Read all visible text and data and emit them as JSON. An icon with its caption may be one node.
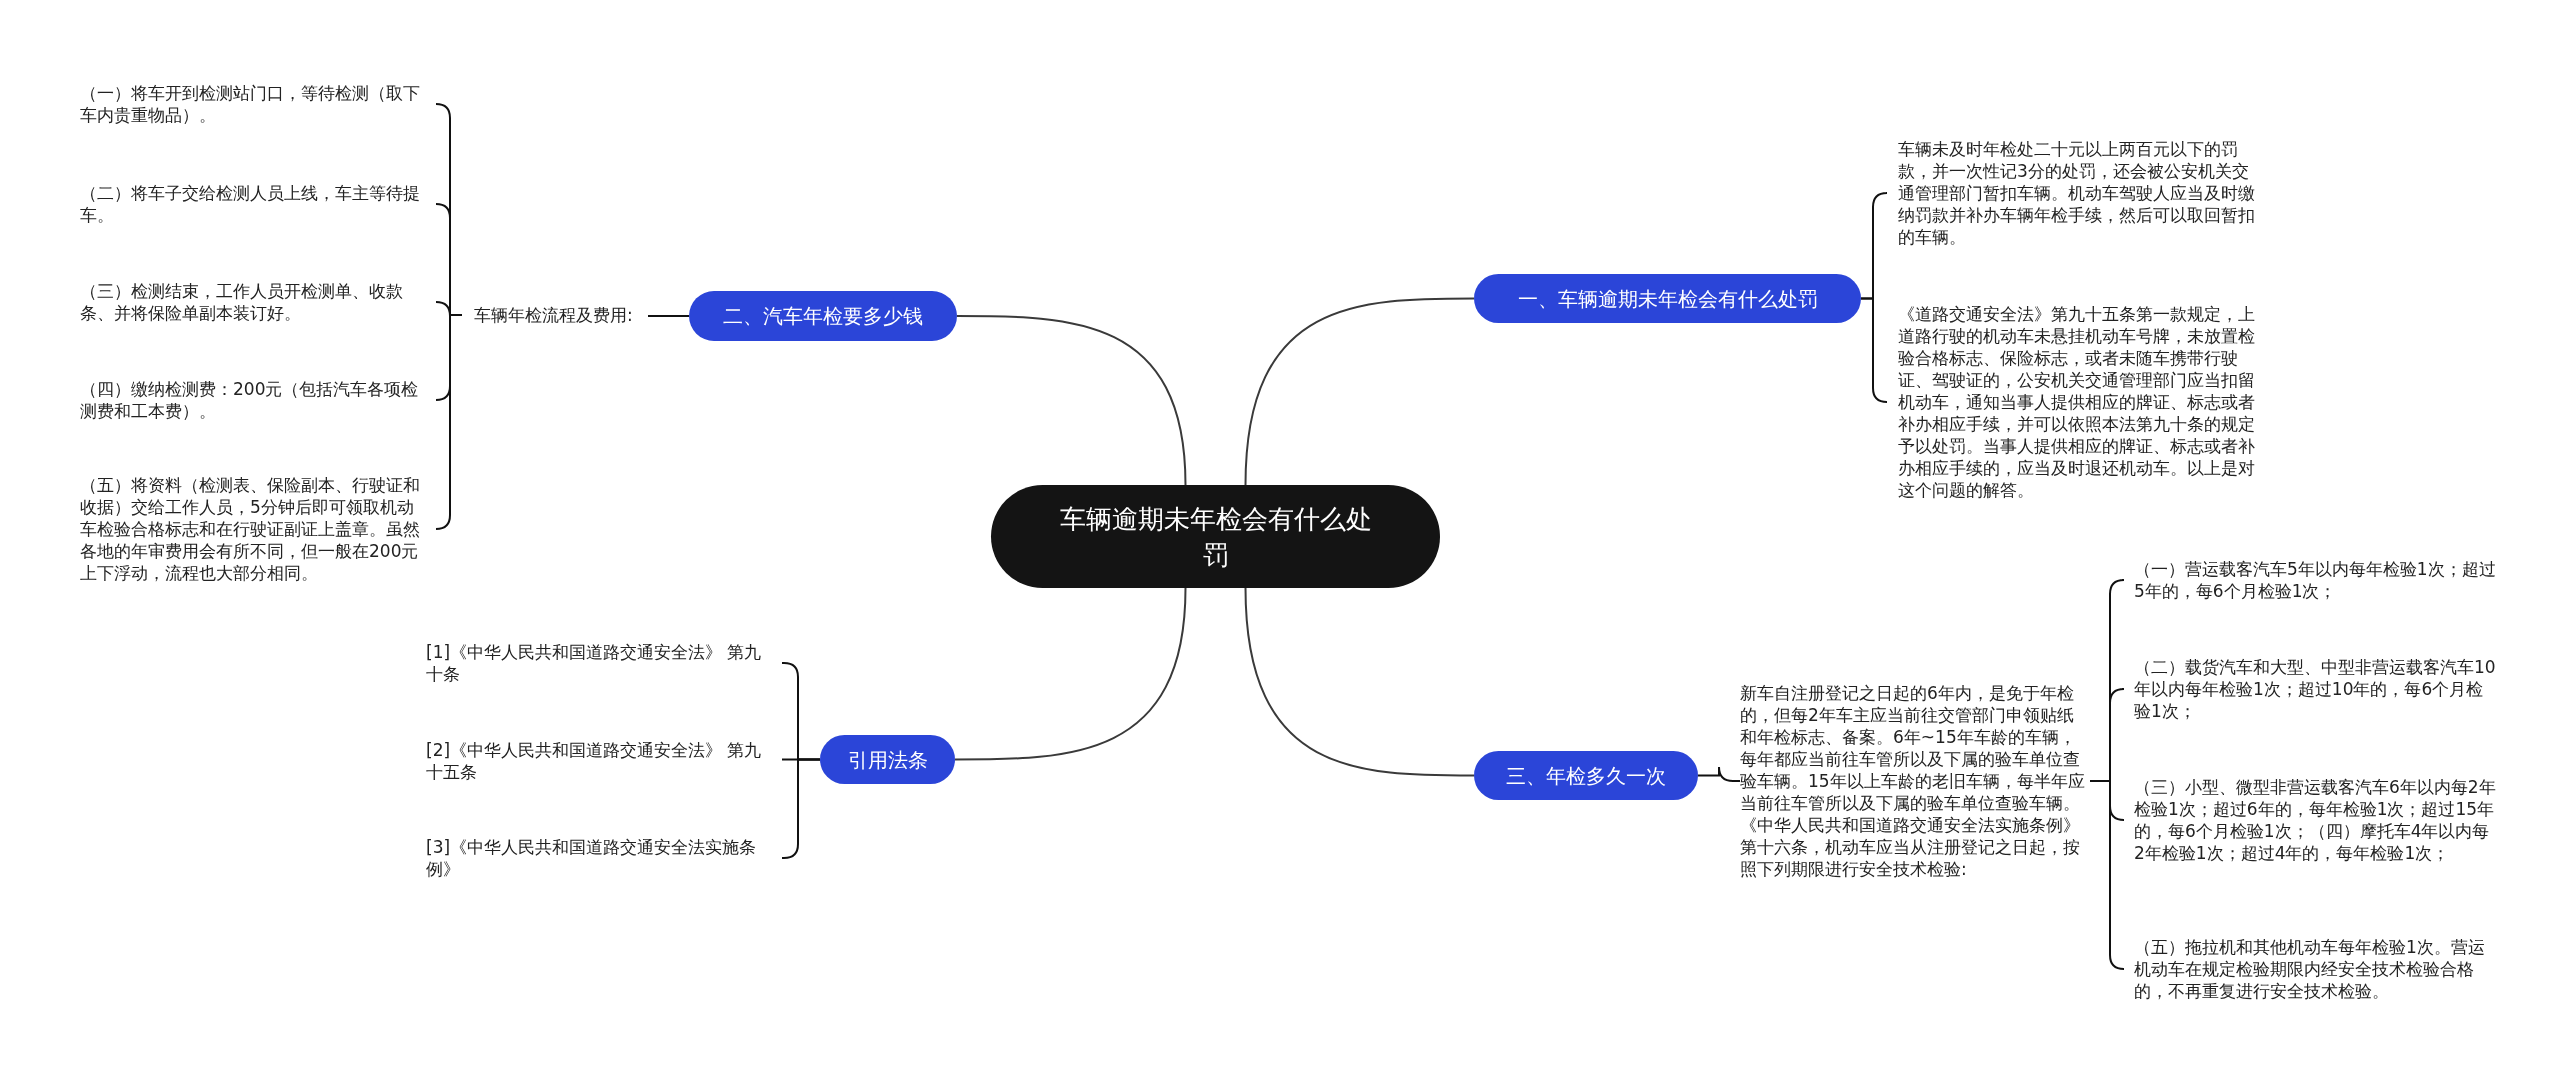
{
  "diagram": {
    "nodes": [
      {
        "text": [
          "车辆逾期未年检会有什么处罚"
        ]
      },
      {
        "text": [
          "一、车辆逾期未年检会有什么处罚"
        ]
      },
      {
        "text": [
          "车辆未及时年检处二十元以上两百元以下的罚款，并一次性记3分的处罚，还会被公安机关交通管理部门暂扣车辆。机动车驾驶人应当及时缴纳罚款并补办车辆年检手续，然后可以取回暂扣的车辆。"
        ]
      },
      {
        "text": [
          "《道路交通安全法》第九十五条第一款规定，上道路行驶的机动车未悬挂机动车号牌，未放置检验合格标志、保险标志，或者未随车携带行驶证、驾驶证的，公安机关交通管理部门应当扣留机动车，通知当事人提供相应的牌证、标志或者补办相应手续，并可以依照本法第九十条的规定予以处罚。当事人提供相应的牌证、标志或者补办相应手续的，应当及时退还机动车。以上是对这个问题的解答。"
        ]
      },
      {
        "text": [
          "二、汽车年检要多少钱"
        ]
      },
      {
        "text": [
          "车辆年检流程及费用:"
        ]
      },
      {
        "text": [
          "（一）将车开到检测站门口，等待检测（取下车内贵重物品）。"
        ]
      },
      {
        "text": [
          "（二）将车子交给检测人员上线，车主等待提车。"
        ]
      },
      {
        "text": [
          "（三）检测结束，工作人员开检测单、收款条、并将保险单副本装订好。"
        ]
      },
      {
        "text": [
          "（四）缴纳检测费：200元（包括汽车各项检测费和工本费）。"
        ]
      },
      {
        "text": [
          "（五）将资料（检测表、保险副本、行驶证和收据）交给工作人员，5分钟后即可领取机动车检验合格标志和在行驶证副证上盖章。虽然各地的年审费用会有所不同，但一般在200元上下浮动，流程也大部分相同。"
        ]
      },
      {
        "text": [
          "三、年检多久一次"
        ]
      },
      {
        "text": [
          "新车自注册登记之日起的6年内，是免于年检的，但每2年车主应当前往交管部门申领贴纸和年检标志、备案。6年~15年车龄的车辆，每年都应当前往车管所以及下属的验车单位查验车辆。15年以上车龄的老旧车辆，每半年应当前往车管所以及下属的验车单位查验车辆。《中华人民共和国道路交通安全法实施条例》第十六条，机动车应当从注册登记之日起，按照下列期限进行安全技术检验:"
        ]
      },
      {
        "text": [
          "（一）营运载客汽车5年以内每年检验1次；超过5年的，每6个月检验1次；"
        ]
      },
      {
        "text": [
          "（二）载货汽车和大型、中型非营运载客汽车10年以内每年检验1次；超过10年的，每6个月检验1次；"
        ]
      },
      {
        "text": [
          "（三）小型、微型非营运载客汽车6年以内每2年检验1次；超过6年的，每年检验1次；超过15年的，每6个月检验1次；（四）摩托车4年以内每2年检验1次；超过4年的，每年检验1次；"
        ]
      },
      {
        "text": [
          "（五）拖拉机和其他机动车每年检验1次。营运机动车在规定检验期限内经安全技术检验合格的，不再重复进行安全技术检验。"
        ]
      },
      {
        "text": [
          "引用法条"
        ]
      },
      {
        "text": [
          "[1]《中华人民共和国道路交通安全法》 第九十条"
        ]
      },
      {
        "text": [
          "[2]《中华人民共和国道路交通安全法》 第九十五条"
        ]
      },
      {
        "text": [
          "[3]《中华人民共和国道路交通安全法实施条例》"
        ]
      }
    ],
    "edges": [
      {
        "from": 0,
        "to": 1,
        "arrow": "none"
      },
      {
        "from": 1,
        "to": 2,
        "arrow": "none"
      },
      {
        "from": 1,
        "to": 3,
        "arrow": "none"
      },
      {
        "from": 0,
        "to": 4,
        "arrow": "none"
      },
      {
        "from": 4,
        "to": 5,
        "arrow": "none"
      },
      {
        "from": 5,
        "to": 6,
        "arrow": "none"
      },
      {
        "from": 5,
        "to": 7,
        "arrow": "none"
      },
      {
        "from": 5,
        "to": 8,
        "arrow": "none"
      },
      {
        "from": 5,
        "to": 9,
        "arrow": "none"
      },
      {
        "from": 5,
        "to": 10,
        "arrow": "none"
      },
      {
        "from": 0,
        "to": 11,
        "arrow": "none"
      },
      {
        "from": 11,
        "to": 12,
        "arrow": "none"
      },
      {
        "from": 12,
        "to": 13,
        "arrow": "none"
      },
      {
        "from": 12,
        "to": 14,
        "arrow": "none"
      },
      {
        "from": 12,
        "to": 15,
        "arrow": "none"
      },
      {
        "from": 12,
        "to": 16,
        "arrow": "none"
      },
      {
        "from": 0,
        "to": 17,
        "arrow": "none"
      },
      {
        "from": 17,
        "to": 18,
        "arrow": "none"
      },
      {
        "from": 17,
        "to": 19,
        "arrow": "none"
      },
      {
        "from": 17,
        "to": 20,
        "arrow": "none"
      }
    ]
  }
}
